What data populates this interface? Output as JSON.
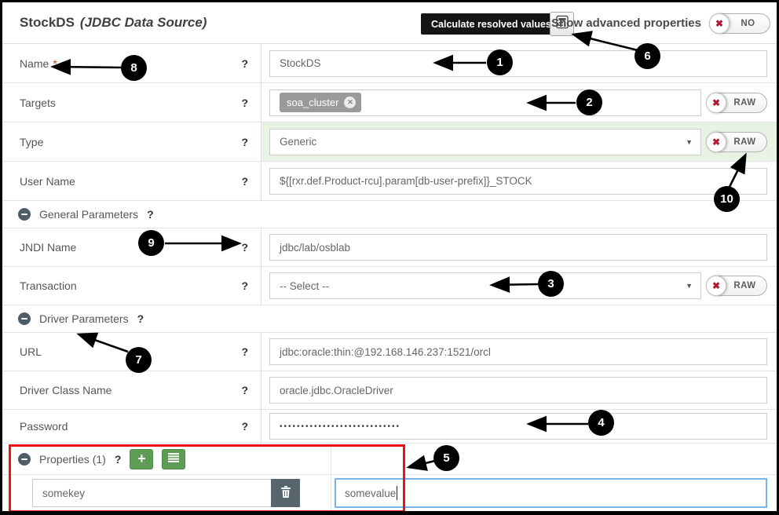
{
  "header": {
    "title": "StockDS",
    "subtitle": "(JDBC Data Source)",
    "calculate_button_label": "Calculate resolved values",
    "advanced_properties_label": "Show advanced properties"
  },
  "toggles": {
    "raw_label": "RAW",
    "no_label": "NO"
  },
  "icons": {
    "help": "?",
    "caret": "▼",
    "x": "✖",
    "close": "✕",
    "plus": "+"
  },
  "fields": {
    "name": {
      "label": "Name",
      "required": "*",
      "value": "StockDS"
    },
    "targets": {
      "label": "Targets",
      "tag": "soa_cluster"
    },
    "type": {
      "label": "Type",
      "value": "Generic"
    },
    "user_name": {
      "label": "User Name",
      "value": "${[rxr.def.Product-rcu].param[db-user-prefix]}_STOCK"
    },
    "jndi_name": {
      "label": "JNDI Name",
      "value": "jdbc/lab/osblab"
    },
    "transaction": {
      "label": "Transaction",
      "value": "-- Select --"
    },
    "url": {
      "label": "URL",
      "value": "jdbc:oracle:thin:@192.168.146.237:1521/orcl"
    },
    "driver_class_name": {
      "label": "Driver Class Name",
      "value": "oracle.jdbc.OracleDriver"
    },
    "password": {
      "label": "Password",
      "value": "••••••••••••••••••••••••••••"
    }
  },
  "sections": {
    "general": {
      "title": "General Parameters"
    },
    "driver": {
      "title": "Driver Parameters"
    },
    "properties": {
      "title": "Properties (1)"
    }
  },
  "properties_row": {
    "key": "somekey",
    "value": "somevalue"
  },
  "annotations": [
    "1",
    "2",
    "3",
    "4",
    "5",
    "6",
    "7",
    "8",
    "9",
    "10"
  ],
  "colors": {
    "annotation_red": "#ec1313",
    "toggle_x_red": "#b01931",
    "required_red": "#e0301e",
    "button_green": "#5d9c55",
    "row_highlight_green": "#e9f3e3",
    "focus_blue": "#78b5e2",
    "tag_gray": "#9a9a9a",
    "trash_slate": "#56656e"
  }
}
